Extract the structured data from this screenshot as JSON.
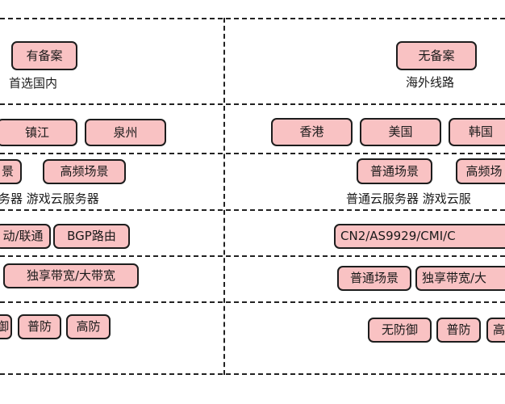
{
  "left": {
    "filing": "有备案",
    "filing_caption": "首选国内",
    "locations": [
      "镇江",
      "泉州"
    ],
    "scenes": [
      "景",
      "高频场景"
    ],
    "server_caption": "务器 游戏云服务器",
    "network": "动/联通",
    "routing": "BGP路由",
    "bandwidth": "独享带宽/大带宽",
    "defense": [
      "御",
      "普防",
      "高防"
    ]
  },
  "right": {
    "filing": "无备案",
    "filing_caption": "海外线路",
    "locations": [
      "香港",
      "美国",
      "韩国"
    ],
    "scenes": [
      "普通场景",
      "高频场"
    ],
    "server_caption": "普通云服务器 游戏云服",
    "network": "CN2/AS9929/CMI/C",
    "bandwidth": [
      "普通场景",
      "独享带宽/大"
    ],
    "defense": [
      "无防御",
      "普防",
      "高"
    ]
  }
}
